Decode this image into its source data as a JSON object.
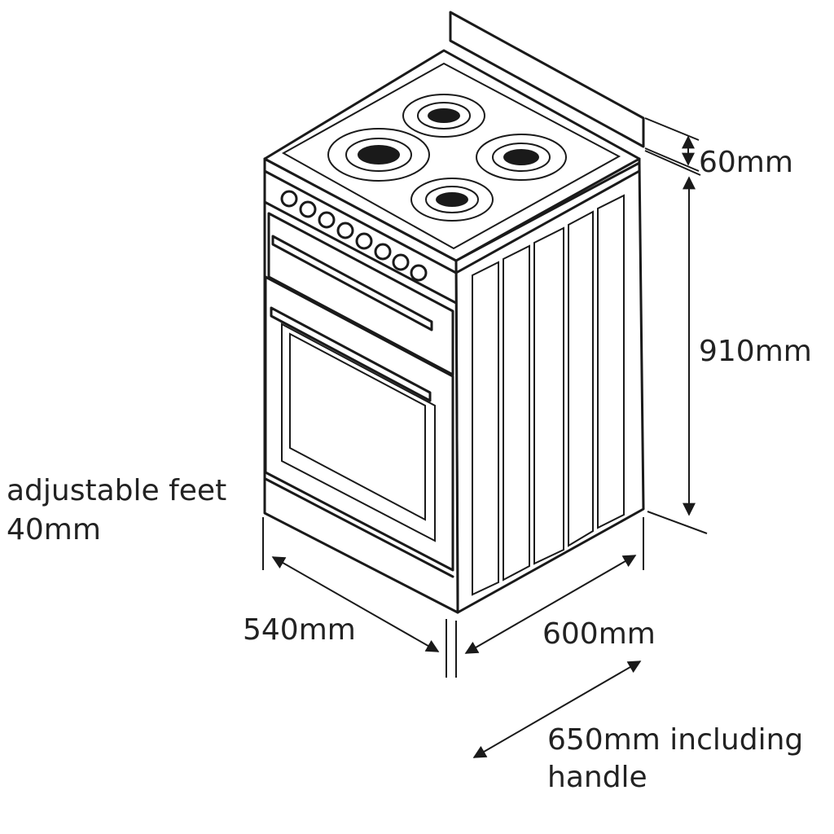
{
  "diagram": {
    "labels": {
      "upstand_height": "60mm",
      "body_height": "910mm",
      "feet_line1": "adjustable feet",
      "feet_line2": "40mm",
      "width": "540mm",
      "depth": "600mm",
      "depth_handle_line1": "650mm including",
      "depth_handle_line2": "handle"
    },
    "colors": {
      "line": "#1a1a1a",
      "background": "#ffffff"
    },
    "burner_count": 4,
    "knob_count": 8
  }
}
